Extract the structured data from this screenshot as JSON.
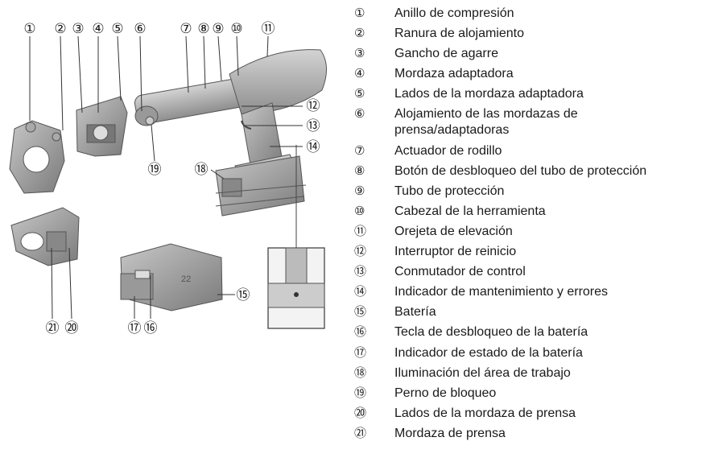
{
  "callouts": [
    "①",
    "②",
    "③",
    "④",
    "⑤",
    "⑥",
    "⑦",
    "⑧",
    "⑨",
    "⑩",
    "⑪",
    "⑫",
    "⑬",
    "⑭",
    "⑮",
    "⑯",
    "⑰",
    "⑱",
    "⑲",
    "⑳",
    "㉑"
  ],
  "legend": [
    {
      "num": "①",
      "text": "Anillo de compresión"
    },
    {
      "num": "②",
      "text": "Ranura de alojamiento"
    },
    {
      "num": "③",
      "text": "Gancho de agarre"
    },
    {
      "num": "④",
      "text": "Mordaza adaptadora"
    },
    {
      "num": "⑤",
      "text": "Lados de la mordaza adaptadora"
    },
    {
      "num": "⑥",
      "text": "Alojamiento de las mordazas de\nprensa/adaptadoras"
    },
    {
      "num": "⑦",
      "text": "Actuador de rodillo"
    },
    {
      "num": "⑧",
      "text": "Botón de desbloqueo del tubo de protección"
    },
    {
      "num": "⑨",
      "text": "Tubo de protección"
    },
    {
      "num": "⑩",
      "text": "Cabezal de la herramienta"
    },
    {
      "num": "⑪",
      "text": "Orejeta de elevación"
    },
    {
      "num": "⑫",
      "text": "Interruptor de reinicio"
    },
    {
      "num": "⑬",
      "text": "Conmutador de control"
    },
    {
      "num": "⑭",
      "text": "Indicador de mantenimiento y errores"
    },
    {
      "num": "⑮",
      "text": "Batería"
    },
    {
      "num": "⑯",
      "text": "Tecla de desbloqueo de la batería"
    },
    {
      "num": "⑰",
      "text": "Indicador de estado de la batería"
    },
    {
      "num": "⑱",
      "text": "Iluminación del área de trabajo"
    },
    {
      "num": "⑲",
      "text": "Perno de bloqueo"
    },
    {
      "num": "⑳",
      "text": "Lados de la mordaza de prensa"
    },
    {
      "num": "㉑",
      "text": "Mordaza de prensa"
    }
  ],
  "battery_marking": "22"
}
